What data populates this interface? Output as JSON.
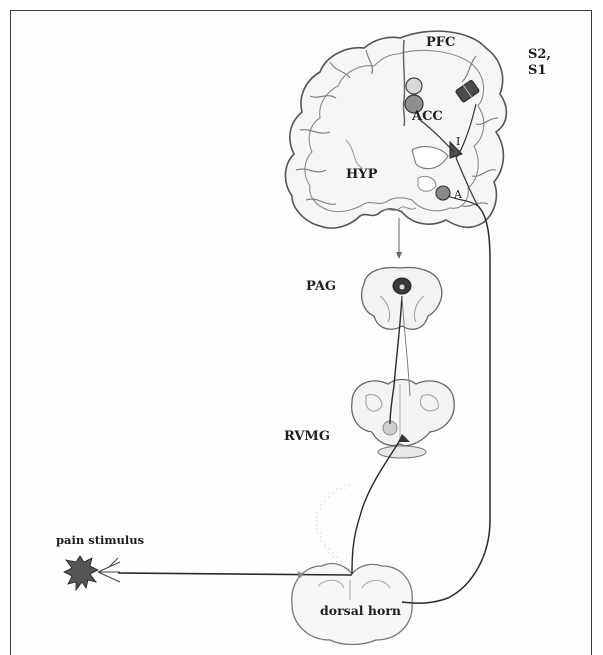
{
  "labels": {
    "pfc": "PFC",
    "s2": "S2,",
    "s1": "S1",
    "acc": "ACC",
    "i": "I",
    "hyp": "HYP",
    "a": "A",
    "pag": "PAG",
    "rvmg": "RVMG",
    "pain_stimulus": "pain stimulus",
    "dorsal_horn": "dorsal horn"
  }
}
